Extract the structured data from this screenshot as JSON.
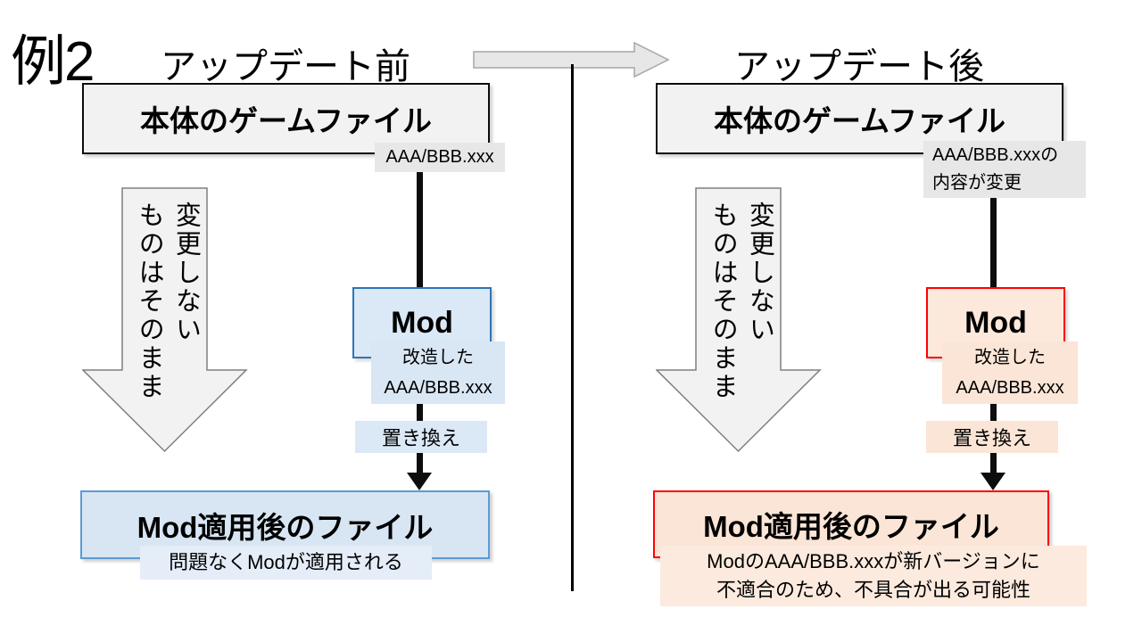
{
  "title": "例2",
  "colors": {
    "accent_blue": "#2e75b6",
    "light_blue_fill": "#dbe8f6",
    "result_blue_border": "#5b9bd5",
    "accent_red": "#ff0000",
    "peach_fill": "#fbe5d6",
    "gray_label_fill": "#e7e7e7",
    "gray_box_fill": "#f2f2f2"
  },
  "left": {
    "header": "アップデート前",
    "source_box": "本体のゲームファイル",
    "file_label": "AAA/BBB.xxx",
    "keep_text": "変更しない\nものはそのまま",
    "mod_box": "Mod",
    "mod_file_label": "改造した\nAAA/BBB.xxx",
    "replace_label": "置き換え",
    "result_box": "Mod適用後のファイル",
    "result_note": "問題なくModが適用される"
  },
  "right": {
    "header": "アップデート後",
    "source_box": "本体のゲームファイル",
    "file_label": "AAA/BBB.xxxの\n内容が変更",
    "keep_text": "変更しない\nものはそのまま",
    "mod_box": "Mod",
    "mod_file_label": "改造した\nAAA/BBB.xxx",
    "replace_label": "置き換え",
    "result_box": "Mod適用後のファイル",
    "result_note": "ModのAAA/BBB.xxxが新バージョンに\n不適合のため、不具合が出る可能性"
  }
}
